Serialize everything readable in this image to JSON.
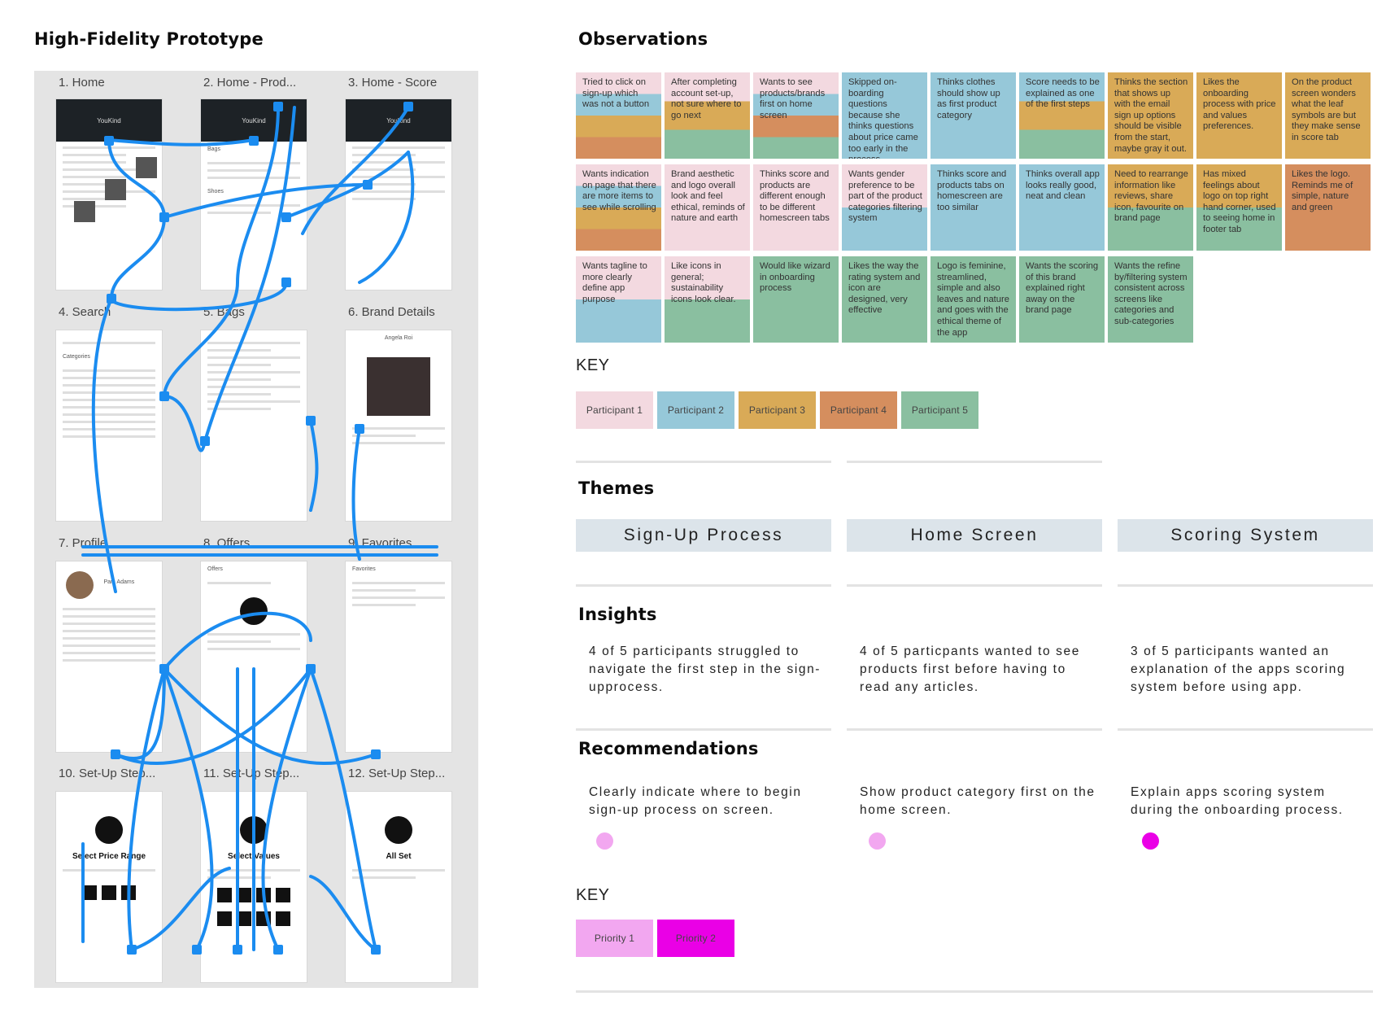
{
  "prototype": {
    "title": "High-Fidelity Prototype",
    "frames": [
      {
        "label": "1. Home"
      },
      {
        "label": "2. Home - Prod..."
      },
      {
        "label": "3. Home - Score"
      },
      {
        "label": "4. Search"
      },
      {
        "label": "5. Bags"
      },
      {
        "label": "6. Brand Details"
      },
      {
        "label": "7. Profile"
      },
      {
        "label": "8. Offers"
      },
      {
        "label": "9. Favorites"
      },
      {
        "label": "10. Set-Up Step..."
      },
      {
        "label": "11. Set-Up Step..."
      },
      {
        "label": "12. Set-Up Step..."
      }
    ],
    "screen_text": {
      "brand": "YouKind",
      "categories": "Categories",
      "bags": "Bags",
      "shoes": "Shoes",
      "brand_name": "Angela Roi",
      "profile_name": "Pam Adams",
      "offers": "Offers",
      "favorites": "Favorites",
      "select_price": "Select Price Range",
      "select_values": "Select Values",
      "all_set": "All Set"
    }
  },
  "observations": {
    "title": "Observations",
    "notes": [
      {
        "text": "Tried to click on sign-up which was not a button",
        "colors": [
          "#f3d9e0",
          "#96c8d9",
          "#d9aa57",
          "#d58e5e"
        ]
      },
      {
        "text": "After completing account set-up, not sure where to go next",
        "colors": [
          "#f3d9e0",
          "#d9aa57",
          "#8abfa0"
        ]
      },
      {
        "text": "Wants to see products/brands first on home screen",
        "colors": [
          "#f3d9e0",
          "#96c8d9",
          "#d58e5e",
          "#8abfa0"
        ]
      },
      {
        "text": "Skipped on-boarding questions because she thinks questions about price came too early in the process",
        "colors": [
          "#96c8d9",
          "#96c8d9"
        ]
      },
      {
        "text": "Thinks clothes should show up as first product category",
        "colors": [
          "#96c8d9"
        ]
      },
      {
        "text": "Score needs to be explained as one of the first steps",
        "colors": [
          "#96c8d9",
          "#d9aa57",
          "#8abfa0"
        ]
      },
      {
        "text": "Thinks the section that shows up with the email sign up options should be visible from the start, maybe gray it out.",
        "colors": [
          "#d9aa57"
        ]
      },
      {
        "text": "Likes the onboarding process with price and values preferences.",
        "colors": [
          "#d9aa57"
        ]
      },
      {
        "text": "On the product screen wonders what the leaf symbols are but they make sense in score tab",
        "colors": [
          "#d9aa57"
        ]
      },
      {
        "text": "Wants indication on page that there are more items to see while scrolling",
        "colors": [
          "#f3d9e0",
          "#96c8d9",
          "#d9aa57",
          "#d58e5e"
        ]
      },
      {
        "text": "Brand aesthetic and logo overall look and feel ethical, reminds of nature and earth",
        "colors": [
          "#f3d9e0"
        ]
      },
      {
        "text": "Thinks score and products are different enough to be different homescreen tabs",
        "colors": [
          "#f3d9e0"
        ]
      },
      {
        "text": "Wants gender preference to be part of the product categories filtering system",
        "colors": [
          "#f3d9e0",
          "#96c8d9"
        ]
      },
      {
        "text": "Thinks score and products tabs on homescreen are too similar",
        "colors": [
          "#96c8d9"
        ]
      },
      {
        "text": "Thinks overall app looks really good, neat and clean",
        "colors": [
          "#96c8d9"
        ]
      },
      {
        "text": "Need to rearrange information like reviews, share icon, favourite on brand page",
        "colors": [
          "#d9aa57",
          "#8abfa0"
        ]
      },
      {
        "text": "Has mixed feelings about logo on top right hand corner, used to seeing home in footer tab",
        "colors": [
          "#d9aa57",
          "#8abfa0"
        ]
      },
      {
        "text": "Likes the logo. Reminds me of simple, nature and green",
        "colors": [
          "#d58e5e"
        ]
      },
      {
        "text": "Wants tagline to more clearly define app purpose",
        "colors": [
          "#f3d9e0",
          "#96c8d9"
        ]
      },
      {
        "text": "Like icons in general; sustainability icons look clear.",
        "colors": [
          "#f3d9e0",
          "#8abfa0"
        ]
      },
      {
        "text": "Would like wizard in onboarding process",
        "colors": [
          "#8abfa0"
        ]
      },
      {
        "text": "Likes the way the rating system and icon are designed, very effective",
        "colors": [
          "#8abfa0"
        ]
      },
      {
        "text": "Logo is feminine, streamlined, simple and also leaves and nature and goes with the ethical theme of the app",
        "colors": [
          "#8abfa0"
        ]
      },
      {
        "text": "Wants the scoring of this brand explained right away on the brand page",
        "colors": [
          "#8abfa0"
        ]
      },
      {
        "text": "Wants the refine by/filtering system consistent across screens like categories and sub-categories",
        "colors": [
          "#8abfa0"
        ]
      }
    ]
  },
  "participant_key": {
    "title": "KEY",
    "items": [
      {
        "label": "Participant 1",
        "color": "#f3d9e0"
      },
      {
        "label": "Participant 2",
        "color": "#96c8d9"
      },
      {
        "label": "Participant 3",
        "color": "#d9aa57"
      },
      {
        "label": "Participant 4",
        "color": "#d58e5e"
      },
      {
        "label": "Participant 5",
        "color": "#8abfa0"
      }
    ]
  },
  "themes": {
    "title": "Themes",
    "items": [
      "Sign-Up Process",
      "Home Screen",
      "Scoring System"
    ]
  },
  "insights": {
    "title": "Insights",
    "items": [
      "4 of 5 participants struggled to navigate the first step in the sign-upprocess.",
      "4 of 5 particpants wanted to see products first before having to read any articles.",
      "3 of 5 participants wanted an explanation of the apps scoring system before using app."
    ]
  },
  "recommendations": {
    "title": "Recommendations",
    "items": [
      {
        "text": "Clearly indicate where to begin sign-up process on screen.",
        "priority_color": "#f2a7f0"
      },
      {
        "text": "Show product category first on the home screen.",
        "priority_color": "#f2a7f0"
      },
      {
        "text": "Explain apps scoring system during the onboarding process.",
        "priority_color": "#ea00e6"
      }
    ]
  },
  "priority_key": {
    "title": "KEY",
    "items": [
      {
        "label": "Priority 1",
        "color": "#f2a7f0"
      },
      {
        "label": "Priority 2",
        "color": "#ea00e6"
      }
    ]
  }
}
